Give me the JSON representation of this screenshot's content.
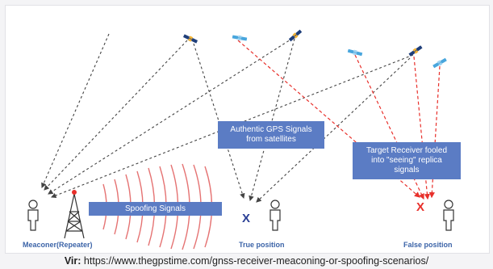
{
  "diagram": {
    "boxes": {
      "authentic": "Authentic GPS Signals\nfrom satellites",
      "target": "Target Receiver fooled\ninto \"seeing\" replica\nsignals",
      "spoofing": "Spoofing Signals"
    },
    "labels": {
      "meaconer": "Meaconer(Repeater)",
      "true_position": "True position",
      "false_position": "False position"
    },
    "markers": {
      "true_x": "X",
      "false_x": "X"
    },
    "colors": {
      "authentic_line": "#444444",
      "spoof_line": "#e8302b",
      "box_fill": "#5b7cc4",
      "label_text": "#3c64a8",
      "wave": "#e57373",
      "satellite_dark": "#1f3f7a",
      "satellite_light": "#49a6dd"
    },
    "icons": [
      "satellite-icon",
      "person-icon",
      "tower-icon"
    ]
  },
  "source": {
    "prefix": "Vir:",
    "url": "https://www.thegpstime.com/gnss-receiver-meaconing-or-spoofing-scenarios/"
  }
}
